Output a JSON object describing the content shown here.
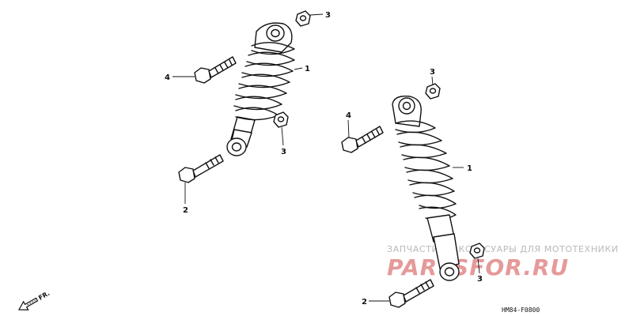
{
  "diagram": {
    "callouts": {
      "left_nut_top": "3",
      "left_shock": "1",
      "left_bolt_top": "4",
      "left_nut_lower": "3",
      "left_bolt_bottom": "2",
      "right_nut_top": "3",
      "right_bolt_top": "4",
      "right_shock": "1",
      "right_nut_lower": "3",
      "right_bolt_bottom": "2"
    },
    "direction_label": "FR.",
    "diagram_code": "HM84-F0800",
    "watermark": {
      "tagline": "ЗАПЧАСТИ И АКСЕССУАРЫ ДЛЯ МОТОТЕХНИКИ",
      "logo": "PARTSFOR.RU"
    }
  }
}
